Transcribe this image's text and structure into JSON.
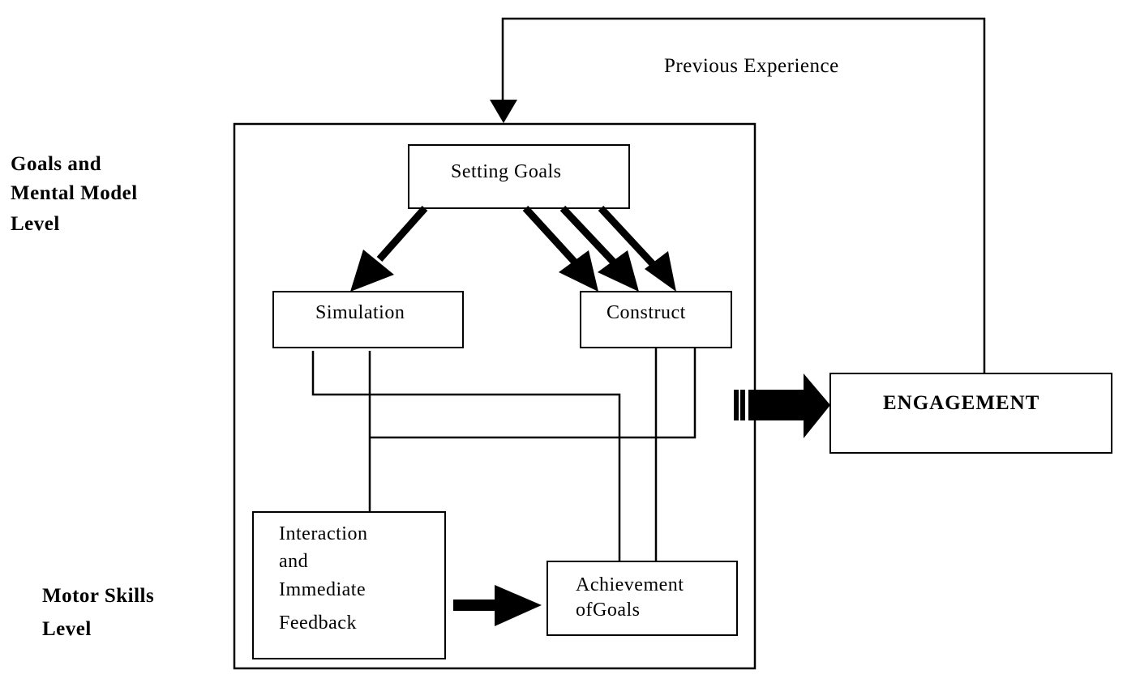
{
  "levels": {
    "top": [
      "Goals and",
      "Mental Model",
      "Level"
    ],
    "bottom": [
      "Motor Skills",
      "Level"
    ]
  },
  "feedback_label": "Previous Experience",
  "nodes": {
    "setting_goals": "Setting Goals",
    "simulation": "Simulation",
    "construct": "Construct",
    "interaction": [
      "Interaction",
      "and",
      "Immediate",
      "Feedback"
    ],
    "achievement": [
      "Achievement",
      "ofGoals"
    ],
    "engagement": "ENGAGEMENT"
  },
  "colors": {
    "stroke": "#000000",
    "background": "#ffffff"
  }
}
